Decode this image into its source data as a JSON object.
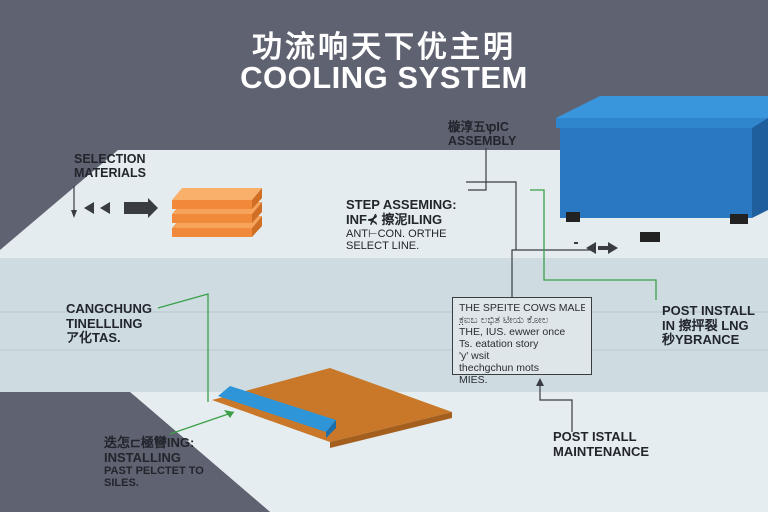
{
  "title": {
    "cn": "功流响天下优主明",
    "en": "COOLING SYSTEM"
  },
  "labels": {
    "selection_materials": [
      "SELECTION",
      "MATERIALS"
    ],
    "assembly": [
      "㯀淳五ꝕIC",
      "ASSEMBLY"
    ],
    "step_assembling": [
      "STEP ASSEMING:",
      "INF⊀ 擦泥ILING"
    ],
    "step_assembling_sub": [
      "ANT⊢CON. ORTHE",
      "SELECT LINE."
    ],
    "cangchung": [
      "CANGCHUNG",
      "TINELLLING",
      "ア化TAS."
    ],
    "installing": [
      "迭怎⊏極㘜ING:",
      "INSTALLING",
      "PAST PELCTET TO",
      "SILES."
    ],
    "post_install_top": [
      "POST INSTALL",
      "IN 擦抨裂 LNG",
      "秒YBRANCE"
    ],
    "post_install_bottom": [
      "POST ISTALL",
      "MAINTENANCE"
    ]
  },
  "step_box": {
    "lines": [
      "THE SPEITE COWS MALE.",
      "ಕ಼ಐಬ ಲಭಿತ ಟೀಯ ಕೋಲ",
      "THE, IUS. ewwer once",
      "Ts. eatation story",
      "'y' wsit",
      "thechgchun mots",
      "MIES."
    ]
  },
  "arrows": {
    "left_double": "◀◀",
    "right": "▶",
    "small_left": "◀",
    "small_right": "▶",
    "dash": "-"
  },
  "colors": {
    "background": "#5f6270",
    "floor": "#cfdde2",
    "floor_light": "#e4ecef",
    "cabinet": "#2a78c2",
    "cabinet_top": "#3a96dc",
    "orange_stack": "#f08a3a",
    "plate": "#c87828",
    "pipe": "#2d95d8",
    "connector_green": "#3aa047"
  }
}
